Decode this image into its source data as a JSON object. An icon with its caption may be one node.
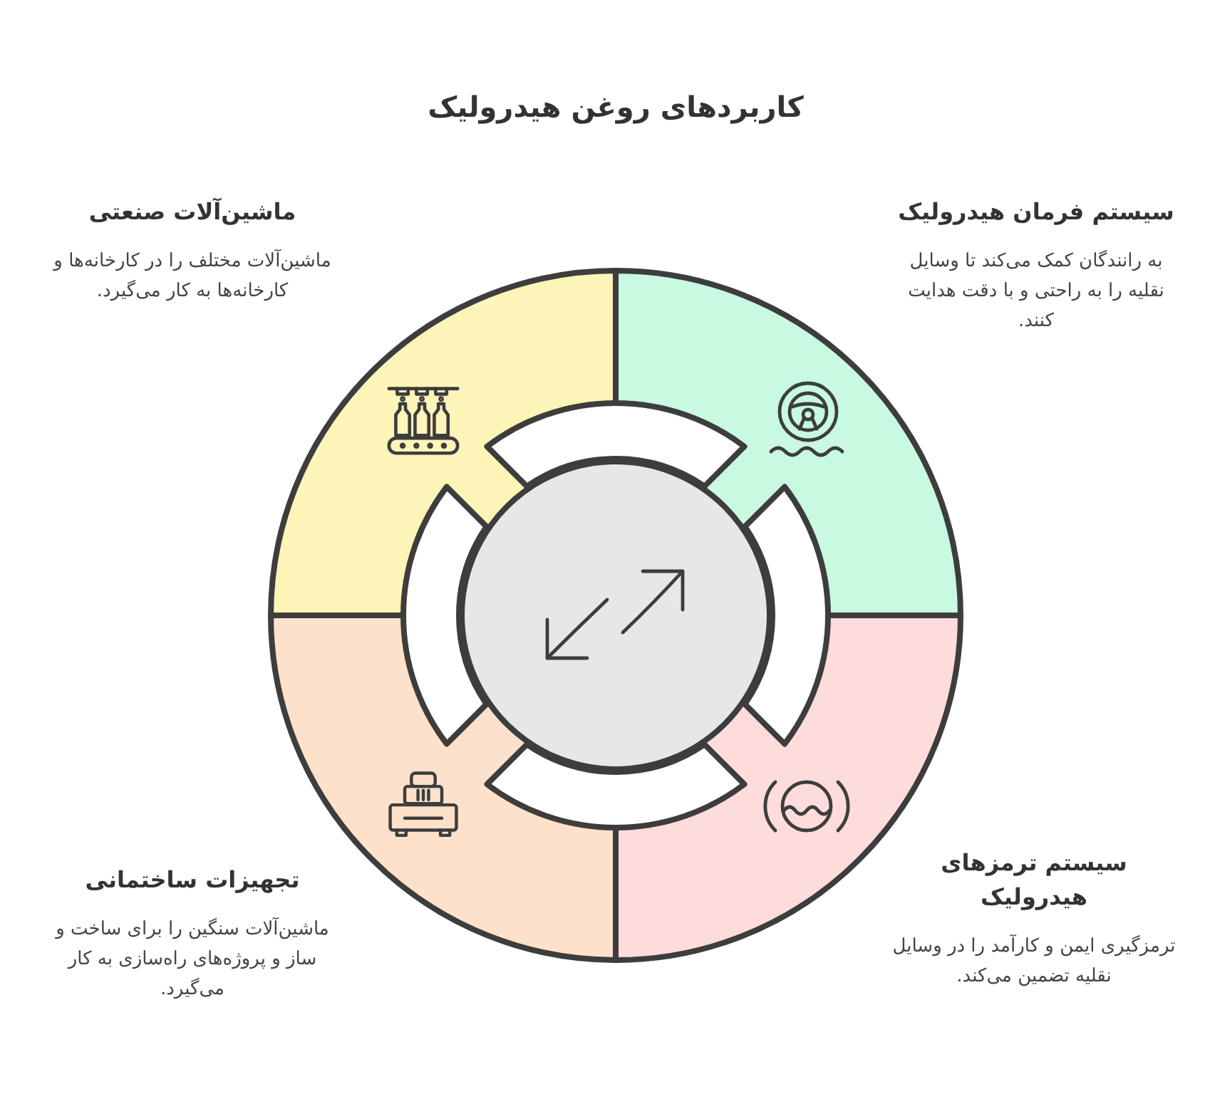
{
  "diagram": {
    "title": "کاربردهای روغن هیدرولیک",
    "nodes": [
      {
        "text": [
          "سیستم فرمان هیدرولیک",
          "به رانندگان کمک می‌کند تا وسایل نقلیه را به راحتی و با دقت هدایت کنند."
        ]
      },
      {
        "text": [
          "ماشین‌آلات صنعتی",
          "ماشین‌آلات مختلف را در کارخانه‌ها و کارخانه‌ها به کار می‌گیرد."
        ]
      },
      {
        "text": [
          "سیستم ترمزهای هیدرولیک",
          "ترمزگیری ایمن و کارآمد را در وسایل نقلیه تضمین می‌کند."
        ]
      },
      {
        "text": [
          "تجهیزات ساختمانی",
          "ماشین‌آلات سنگین را برای ساخت و ساز و پروژه‌های راه‌سازی به کار می‌گیرد."
        ]
      },
      {
        "text": [],
        "shape": "circle"
      }
    ]
  }
}
